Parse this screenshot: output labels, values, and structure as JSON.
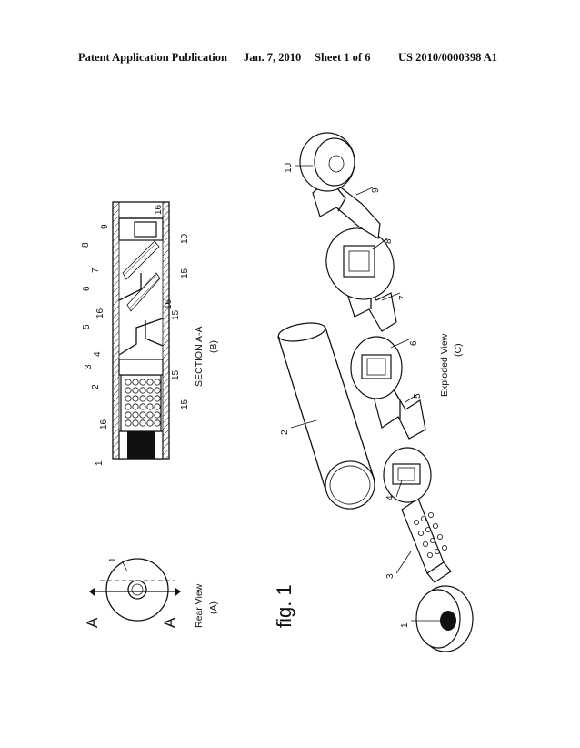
{
  "header": {
    "publication": "Patent Application Publication",
    "date": "Jan. 7, 2010",
    "sheet": "Sheet 1 of 6",
    "patent_number": "US 2010/0000398 A1"
  },
  "figure": {
    "label": "fig. 1",
    "views": {
      "rear": {
        "title": "Rear View",
        "tag": "(A)"
      },
      "section": {
        "title": "SECTION A-A",
        "tag": "(B)"
      },
      "exploded": {
        "title": "Exploded View",
        "tag": "(C)"
      }
    },
    "section_marks": [
      "A",
      "A"
    ],
    "rear_labels": [
      "1"
    ],
    "section_labels": [
      "1",
      "16",
      "2",
      "3",
      "4",
      "5",
      "16",
      "6",
      "7",
      "8",
      "9",
      "16",
      "10",
      "15",
      "15",
      "15",
      "16",
      "15"
    ],
    "exploded_labels": [
      "1",
      "3",
      "4",
      "2",
      "5",
      "6",
      "7",
      "8",
      "9",
      "10"
    ]
  }
}
